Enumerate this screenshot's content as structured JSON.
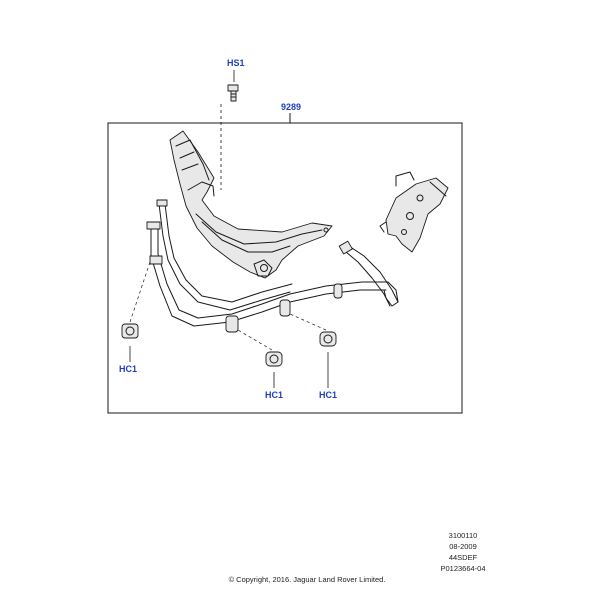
{
  "callouts": {
    "hs1": "HS1",
    "assembly": "9289",
    "hc1_left": "HC1",
    "hc1_middle": "HC1",
    "hc1_right": "HC1"
  },
  "info_block": {
    "line1": "3100110",
    "line2": "08-2009",
    "line3": "44SDEF",
    "line4": "P0123664-04"
  },
  "copyright": "© Copyright, 2016. Jaguar Land Rover Limited.",
  "colors": {
    "callout": "#1f3fbf",
    "line": "#1a1a1a"
  }
}
